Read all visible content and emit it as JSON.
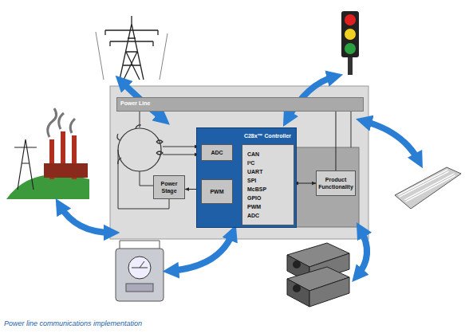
{
  "diagram": {
    "caption": "Power line communications implementation",
    "nodes": [
      {
        "text": [
          "Power Line"
        ]
      },
      {
        "text": [
          "C28x™ Controller"
        ]
      },
      {
        "text": [
          "ADC"
        ],
        "in": 1
      },
      {
        "text": [
          "PWM"
        ],
        "in": 1
      },
      {
        "text": [
          "CAN",
          "I²C",
          "UART",
          "SPI",
          "McBSP",
          "GPIO",
          "PWM",
          "ADC"
        ],
        "in": 1
      },
      {
        "text": [
          "Power Stage"
        ]
      },
      {
        "text": [
          "Product Functionality"
        ]
      }
    ],
    "edges": [
      {
        "from": 2,
        "to": 4,
        "arrow": "to"
      },
      {
        "from": 4,
        "to": 3,
        "arrow": "to"
      },
      {
        "from": 3,
        "to": 5,
        "arrow": "to"
      },
      {
        "from": 4,
        "to": 6,
        "arrow": "both"
      },
      {
        "from": 6,
        "to": 0,
        "arrow": "none"
      }
    ]
  }
}
